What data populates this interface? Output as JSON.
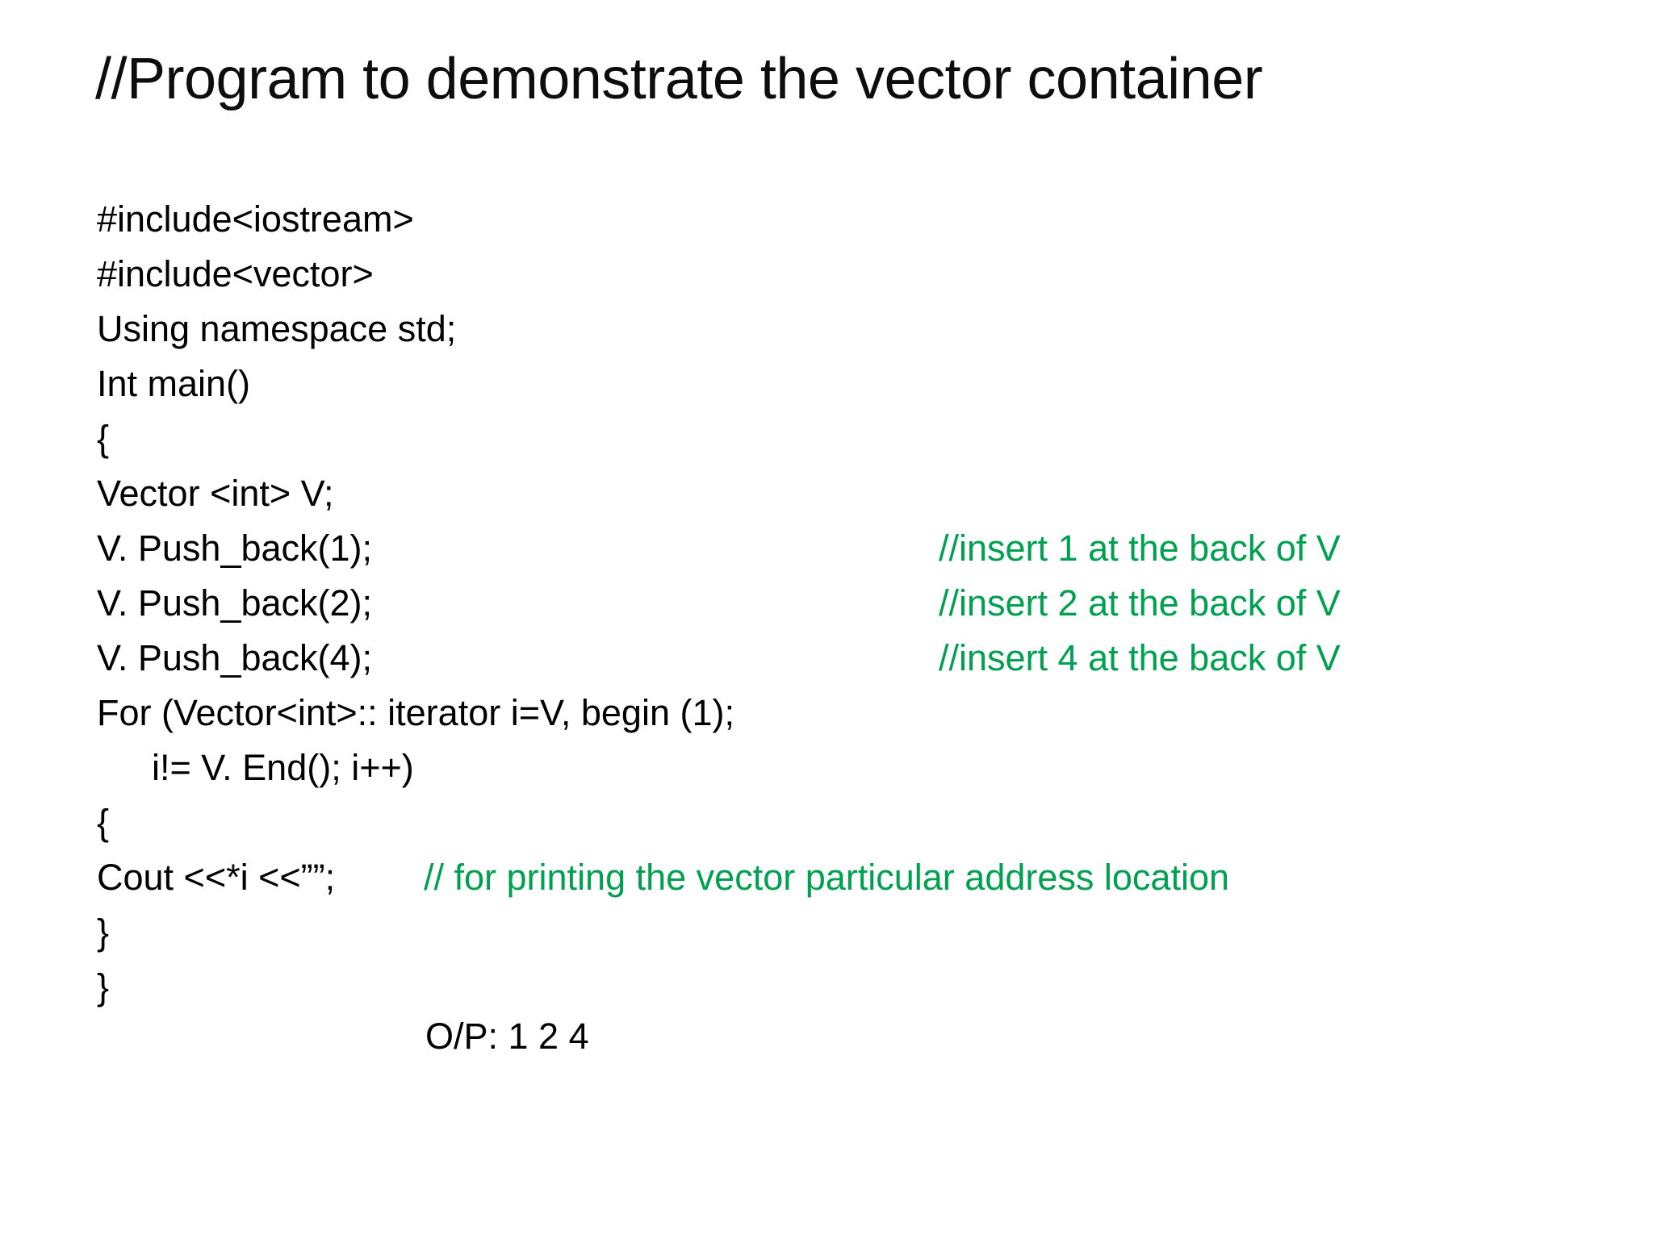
{
  "slide": {
    "title": "//Program to demonstrate the vector container",
    "colors": {
      "text": "#000000",
      "comment_green": "#00a051",
      "background": "#ffffff"
    },
    "code_lines": [
      {
        "text": "#include<iostream>",
        "comment": "",
        "indent": 0
      },
      {
        "text": "#include<vector>",
        "comment": "",
        "indent": 0
      },
      {
        "text": "Using namespace std;",
        "comment": "",
        "indent": 0
      },
      {
        "text": "Int main()",
        "comment": "",
        "indent": 0
      },
      {
        "text": "{",
        "comment": "",
        "indent": 0
      },
      {
        "text": "Vector <int> V;",
        "comment": "",
        "indent": 0
      },
      {
        "text": "V. Push_back(1);",
        "comment": "//insert 1 at the back of V",
        "indent": 0
      },
      {
        "text": "V. Push_back(2);",
        "comment": "//insert 2 at the back of V",
        "indent": 0
      },
      {
        "text": "V. Push_back(4);",
        "comment": "//insert 4 at the back of V",
        "indent": 0
      },
      {
        "text": "For (Vector<int>:: iterator i=V, begin (1);",
        "comment": "",
        "indent": 0
      },
      {
        "text": "i!= V. End(); i++)",
        "comment": "",
        "indent": 1
      },
      {
        "text": "{",
        "comment": "",
        "indent": 0
      },
      {
        "text": "Cout <<*i <<””;",
        "comment": "// for printing the vector particular address location",
        "indent": 0
      },
      {
        "text": "}",
        "comment": "",
        "indent": 0
      },
      {
        "text": "}",
        "comment": "",
        "indent": 0
      }
    ],
    "output": "O/P: 1 2 4"
  }
}
